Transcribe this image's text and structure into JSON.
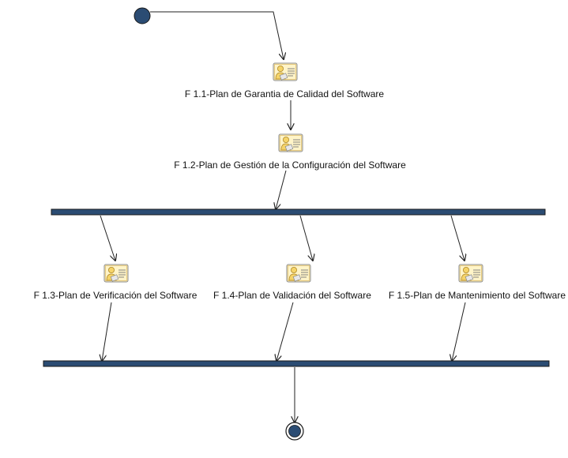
{
  "diagram": {
    "nodes": [
      {
        "id": "start",
        "kind": "initial"
      },
      {
        "id": "f11",
        "kind": "activity",
        "label": "F 1.1-Plan de Garantia de Calidad del Software",
        "icon": "worker-document-icon"
      },
      {
        "id": "f12",
        "kind": "activity",
        "label": "F 1.2-Plan de Gestión de la Configuración del Software",
        "icon": "worker-document-icon"
      },
      {
        "id": "fork",
        "kind": "fork"
      },
      {
        "id": "f13",
        "kind": "activity",
        "label": "F 1.3-Plan de Verificación del Software",
        "icon": "worker-document-icon"
      },
      {
        "id": "f14",
        "kind": "activity",
        "label": "F 1.4-Plan de Validación del Software",
        "icon": "worker-document-icon"
      },
      {
        "id": "f15",
        "kind": "activity",
        "label": "F 1.5-Plan de Mantenimiento del Software",
        "icon": "worker-document-icon"
      },
      {
        "id": "join",
        "kind": "join"
      },
      {
        "id": "end",
        "kind": "final"
      }
    ],
    "edges": [
      {
        "from": "start",
        "to": "f11"
      },
      {
        "from": "f11",
        "to": "f12"
      },
      {
        "from": "f12",
        "to": "fork"
      },
      {
        "from": "fork",
        "to": "f13"
      },
      {
        "from": "fork",
        "to": "f14"
      },
      {
        "from": "fork",
        "to": "f15"
      },
      {
        "from": "f13",
        "to": "join"
      },
      {
        "from": "f14",
        "to": "join"
      },
      {
        "from": "f15",
        "to": "join"
      },
      {
        "from": "join",
        "to": "end"
      }
    ],
    "colors": {
      "node_fill": "#2b4c73",
      "line": "#222222",
      "icon_face": "#f5d46a",
      "icon_card": "#fff4c8"
    }
  }
}
